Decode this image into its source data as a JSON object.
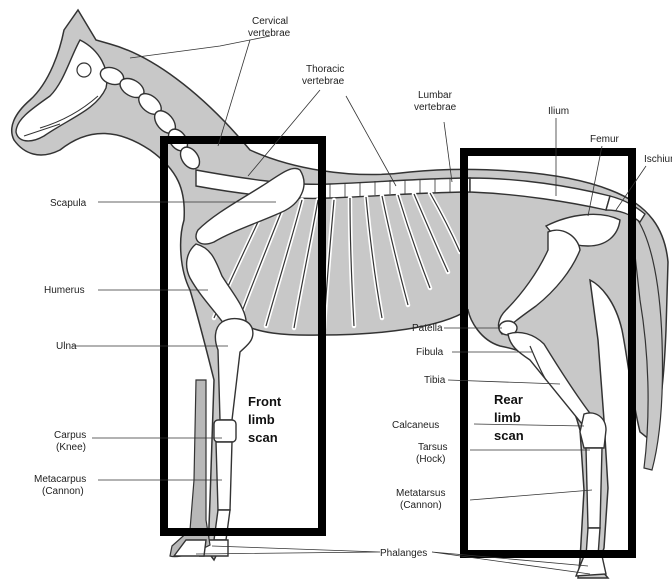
{
  "labels": {
    "cervical": [
      "Cervical",
      "vertebrae"
    ],
    "thoracic": [
      "Thoracic",
      "vertebrae"
    ],
    "lumbar": [
      "Lumbar",
      "vertebrae"
    ],
    "ilium": "Ilium",
    "femur": "Femur",
    "ischium": "Ischium",
    "scapula": "Scapula",
    "humerus": "Humerus",
    "ulna": "Ulna",
    "carpus": [
      "Carpus",
      "(Knee)"
    ],
    "metacarpus": [
      "Metacarpus",
      "(Cannon)"
    ],
    "patella": "Patella",
    "fibula": "Fibula",
    "tibia": "Tibia",
    "calcaneus": "Calcaneus",
    "tarsus": [
      "Tarsus",
      "(Hock)"
    ],
    "metatarsus": [
      "Metatarsus",
      "(Cannon)"
    ],
    "phalanges": "Phalanges"
  },
  "scan_boxes": {
    "front": [
      "Front",
      "limb",
      "scan"
    ],
    "rear": [
      "Rear",
      "limb",
      "scan"
    ]
  },
  "colors": {
    "body_fill": "#c8c8c8",
    "bone_fill": "#ffffff",
    "outline": "#333333",
    "scan_box": "#000000"
  }
}
